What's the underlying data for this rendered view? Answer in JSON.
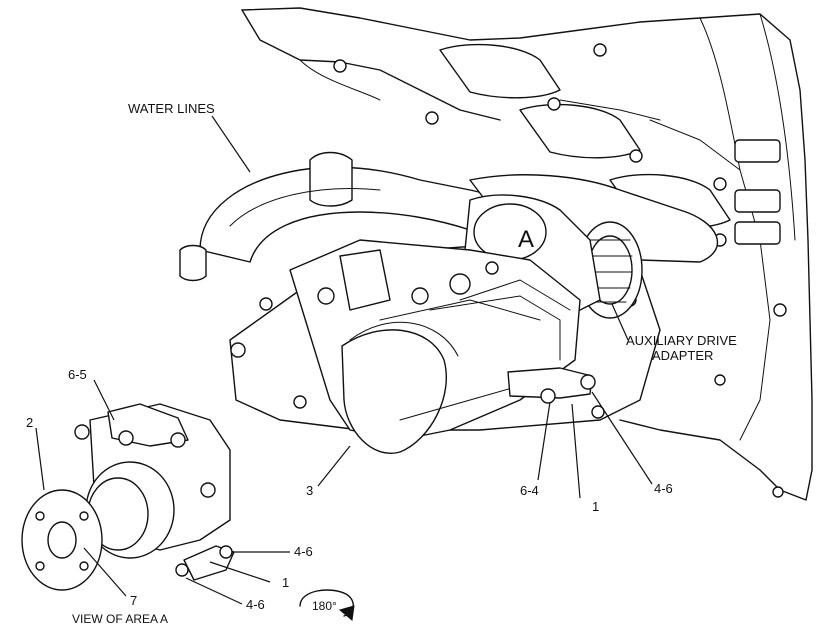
{
  "callouts": {
    "water_lines": "WATER LINES",
    "area_a": "A",
    "aux_line1": "AUXILIARY DRIVE",
    "aux_line2": "ADAPTER",
    "item_3": "3",
    "item_6_4": "6-4",
    "item_1_main": "1",
    "item_4_6_main": "4-6",
    "item_6_5": "6-5",
    "item_2": "2",
    "item_4_6_detail_top": "4-6",
    "item_1_detail": "1",
    "item_4_6_detail_bottom": "4-6",
    "item_7": "7",
    "view_of_area_a": "VIEW OF AREA A",
    "rotation": "180°"
  }
}
